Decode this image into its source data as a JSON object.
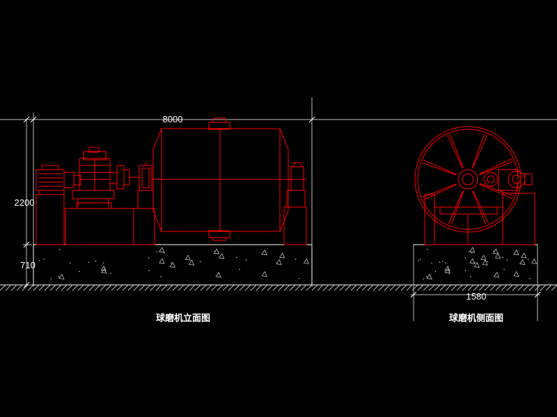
{
  "dimensions": {
    "overall_length": "8000",
    "overall_height": "2200",
    "foundation_height": "710",
    "side_width": "1580"
  },
  "captions": {
    "front_elevation": "球磨机立面图",
    "side_elevation": "球磨机侧面图"
  },
  "colors": {
    "background": "#000000",
    "machine": "#ff0000",
    "dimension_lines": "#ffffff"
  }
}
